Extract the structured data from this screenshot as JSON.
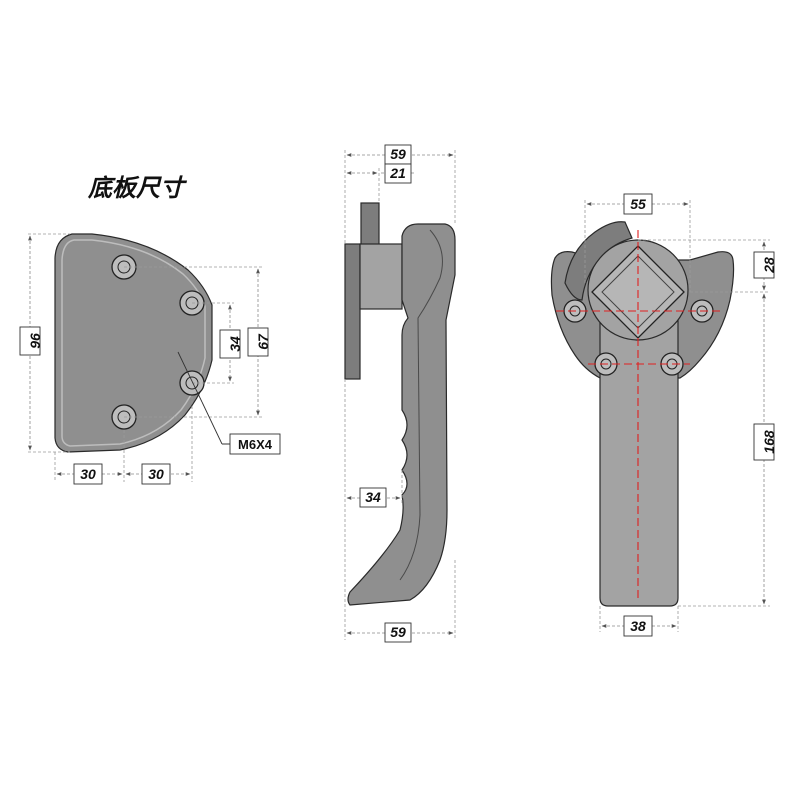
{
  "title": "底板尺寸",
  "base_plate": {
    "dim_height_total": "96",
    "dim_hole_span_outer": "67",
    "dim_hole_span_inner": "34",
    "dim_left_spacing": "30",
    "dim_right_spacing": "30",
    "thread_callout": "M6X4"
  },
  "side_view": {
    "dim_top_width": "59",
    "dim_top_offset": "21",
    "dim_grip_offset": "34",
    "dim_bottom_width": "59"
  },
  "front_view": {
    "dim_top_width": "55",
    "dim_top_height": "28",
    "dim_total_height": "168",
    "dim_bottom_width": "38"
  },
  "colors": {
    "part_fill": "#8f8f8f",
    "center_line": "#e02020"
  }
}
